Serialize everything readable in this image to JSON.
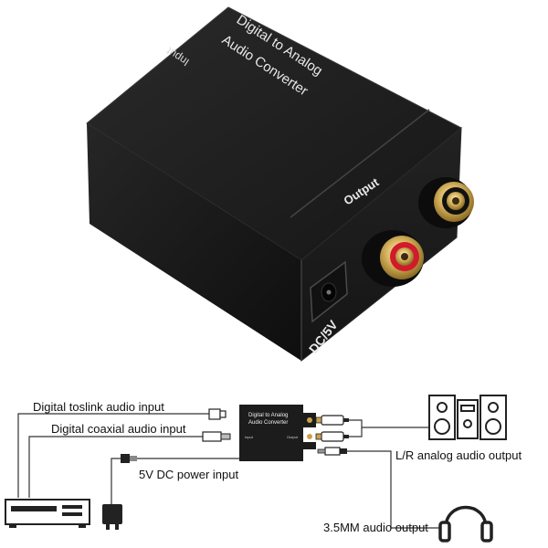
{
  "product": {
    "top_label_line1": "Digital to Analog",
    "top_label_line2": "Audio Converter",
    "input_label": "Input",
    "output_label": "Output",
    "power_label": "DC/5V"
  },
  "diagram": {
    "labels": {
      "toslink": "Digital toslink audio input",
      "coaxial": "Digital coaxial audio input",
      "dc_power": "5V DC power input",
      "lr_output": "L/R analog audio output",
      "headphone_output": "3.5MM audio output"
    },
    "mini_box": {
      "line1": "Digital to Analog",
      "line2": "Audio Converter",
      "input_tag": "Input",
      "output_tag": "Output"
    }
  },
  "colors": {
    "body": "#1b1b1b",
    "gold": "#c9a24a",
    "red_ring": "#d11a2a",
    "line": "#333333"
  }
}
